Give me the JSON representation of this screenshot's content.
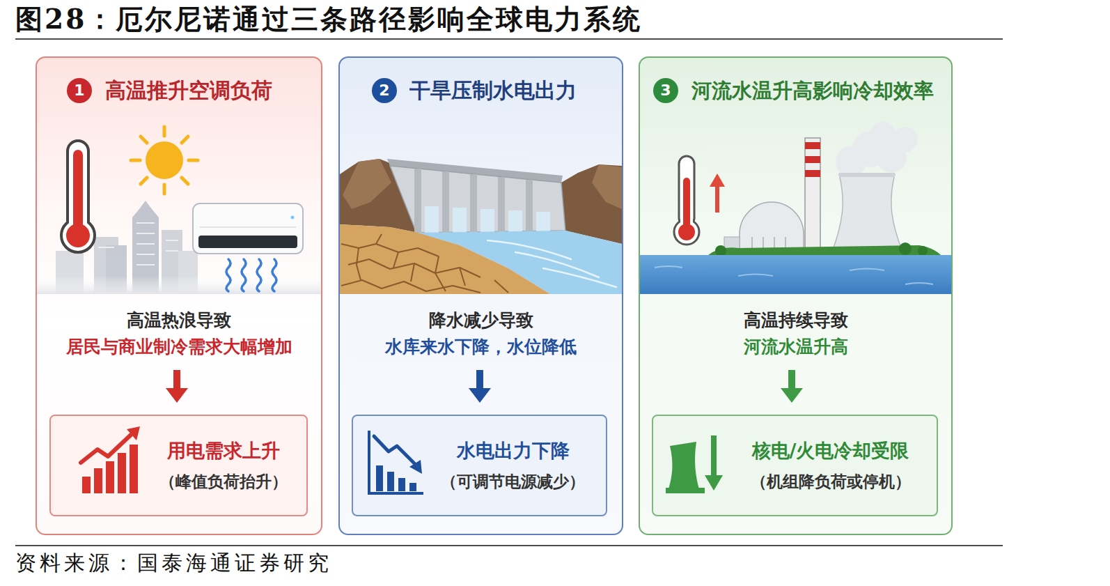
{
  "diagram": {
    "title": "图28：厄尔尼诺通过三条路径影响全球电力系统",
    "caption": "资料来源：国泰海通证券研究",
    "nodes": [
      {
        "text": [
          "高温推升空调负荷",
          "高温热浪导致",
          "居民与商业制冷需求大幅增加"
        ]
      },
      {
        "text": [
          "1"
        ],
        "in": 0
      },
      {
        "text": [
          "用电需求上升",
          "（峰值负荷抬升）"
        ],
        "in": 0
      },
      {
        "text": [
          "干旱压制水电出力",
          "降水减少导致",
          "水库来水下降，水位降低"
        ]
      },
      {
        "text": [
          "2"
        ],
        "in": 3
      },
      {
        "text": [
          "水电出力下降",
          "（可调节电源减少）"
        ],
        "in": 3
      },
      {
        "text": [
          "河流水温升高影响冷却效率",
          "高温持续导致",
          "河流水温升高"
        ]
      },
      {
        "text": [
          "3"
        ],
        "in": 6
      },
      {
        "text": [
          "核电/火电冷却受限",
          "（机组降负荷或停机）"
        ],
        "in": 6
      }
    ]
  }
}
